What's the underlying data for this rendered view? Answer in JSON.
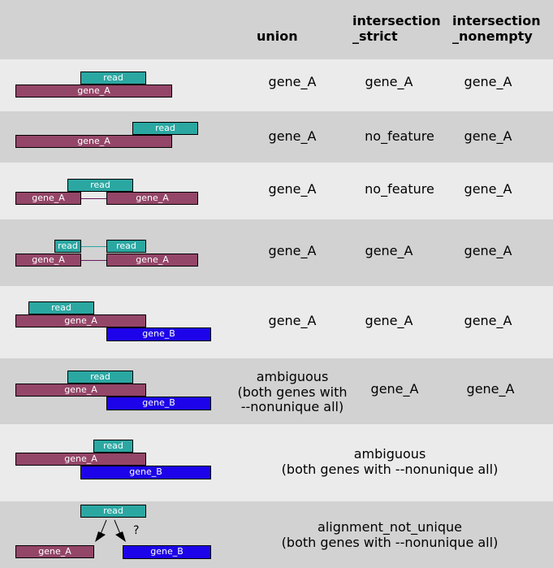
{
  "header": {
    "union": "union",
    "intersection_strict": "intersection\n_strict",
    "intersection_nonempty": "intersection\n_nonempty"
  },
  "labels": {
    "read": "read",
    "gene_a": "gene_A",
    "gene_b": "gene_B",
    "question": "?"
  },
  "rows": [
    {
      "union": "gene_A",
      "strict": "gene_A",
      "nonempty": "gene_A"
    },
    {
      "union": "gene_A",
      "strict": "no_feature",
      "nonempty": "gene_A"
    },
    {
      "union": "gene_A",
      "strict": "no_feature",
      "nonempty": "gene_A"
    },
    {
      "union": "gene_A",
      "strict": "gene_A",
      "nonempty": "gene_A"
    },
    {
      "union": "gene_A",
      "strict": "gene_A",
      "nonempty": "gene_A"
    },
    {
      "union": "ambiguous\n(both genes with\n--nonunique all)",
      "strict": "gene_A",
      "nonempty": "gene_A"
    },
    {
      "merged": "ambiguous\n(both genes with --nonunique all)"
    },
    {
      "merged": "alignment_not_unique\n(both genes with --nonunique all)"
    }
  ],
  "colors": {
    "read": "#2ba7a2",
    "gene_a": "#944668",
    "gene_b": "#1d03e9",
    "row_light": "#ebebeb",
    "row_dark": "#d2d2d2"
  }
}
